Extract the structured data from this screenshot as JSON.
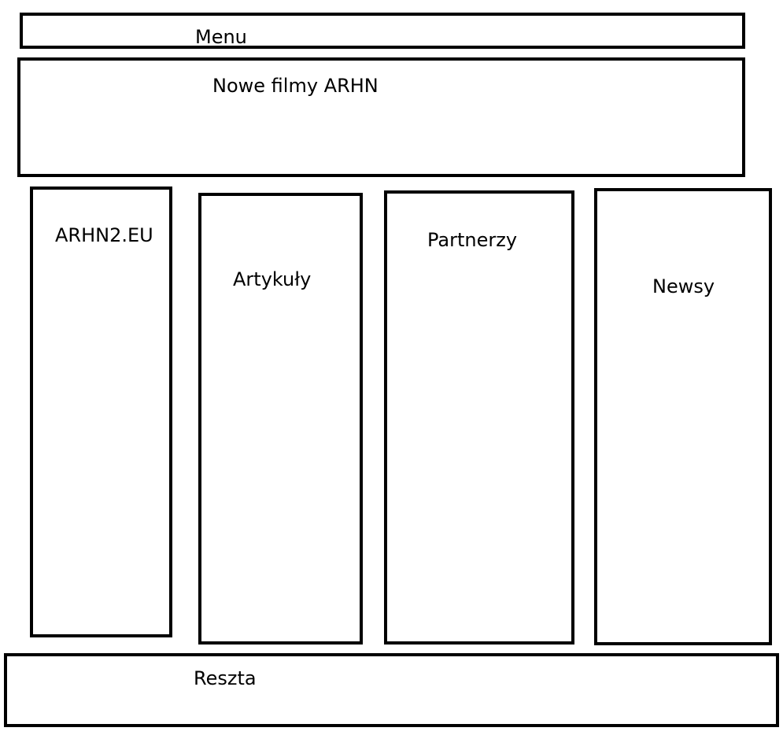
{
  "blocks": {
    "menu": "Menu",
    "nowe_filmy": "Nowe filmy ARHN",
    "arhn2": "ARHN2.EU",
    "artykuly": "Artykuły",
    "partnerzy": "Partnerzy",
    "newsy": "Newsy",
    "reszta": "Reszta"
  },
  "colors": {
    "stroke": "#000000",
    "background": "#ffffff"
  }
}
